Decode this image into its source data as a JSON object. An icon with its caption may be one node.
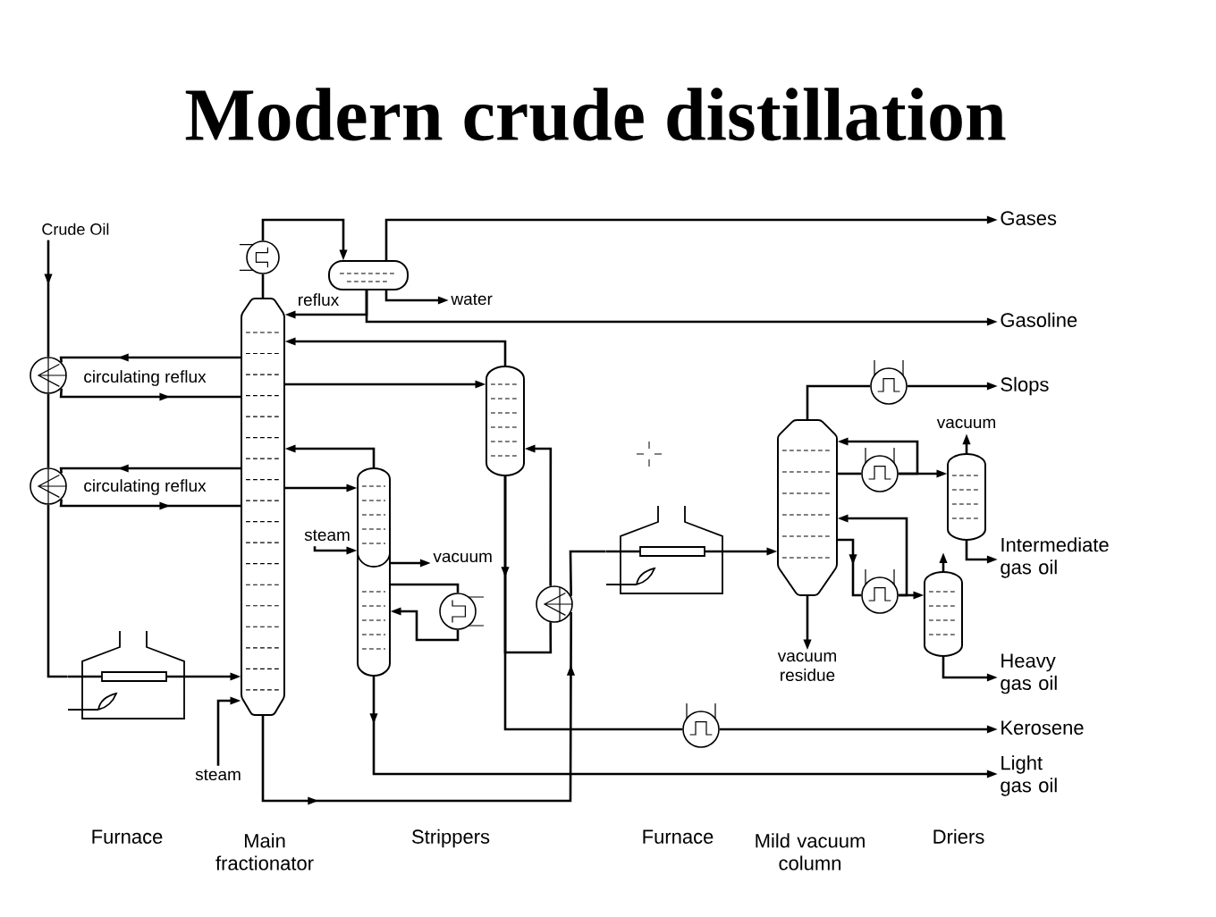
{
  "diagram": {
    "title": "Modern crude distillation",
    "nodes": [
      {
        "text": [
          "Crude Oil"
        ]
      },
      {
        "text": [],
        "shape": "circle"
      },
      {
        "text": [],
        "shape": "circle"
      },
      {
        "text": [],
        "shape": "picture"
      },
      {
        "text": [],
        "shape": "cylinder"
      },
      {
        "text": [],
        "shape": "circle"
      },
      {
        "text": [],
        "shape": "cylinder"
      },
      {
        "text": [
          "Gases"
        ]
      },
      {
        "text": [
          "water"
        ]
      },
      {
        "text": [
          "Gasoline"
        ]
      },
      {
        "text": [],
        "shape": "cylinder"
      },
      {
        "text": [],
        "shape": "cylinder"
      },
      {
        "text": [
          "steam"
        ]
      },
      {
        "text": [
          "vacuum"
        ]
      },
      {
        "text": [],
        "shape": "circle"
      },
      {
        "text": [],
        "shape": "circle"
      },
      {
        "text": [
          "Kerosene"
        ]
      },
      {
        "text": [],
        "shape": "circle"
      },
      {
        "text": [
          "Light gas oil"
        ]
      },
      {
        "text": [
          "steam"
        ]
      },
      {
        "text": [],
        "shape": "picture"
      },
      {
        "text": [],
        "shape": "cylinder"
      },
      {
        "text": [],
        "shape": "circle"
      },
      {
        "text": [
          "Slops"
        ]
      },
      {
        "text": [],
        "shape": "circle"
      },
      {
        "text": [],
        "shape": "cylinder"
      },
      {
        "text": [
          "vacuum"
        ]
      },
      {
        "text": [
          "Intermediate gas oil"
        ]
      },
      {
        "text": [],
        "shape": "circle"
      },
      {
        "text": [],
        "shape": "cylinder"
      },
      {
        "text": [
          "Heavy gas oil"
        ]
      },
      {
        "text": [
          "vacuum residue"
        ]
      }
    ],
    "edges": [
      {
        "from": 0,
        "to": 1,
        "arrow": "to"
      },
      {
        "from": 1,
        "to": 2,
        "arrow": "none"
      },
      {
        "from": 2,
        "to": 3,
        "arrow": "none"
      },
      {
        "from": 3,
        "to": 4,
        "arrow": "to"
      },
      {
        "from": 4,
        "to": 1,
        "arrow": "to"
      },
      {
        "from": 1,
        "to": 4,
        "arrow": "to"
      },
      {
        "from": 4,
        "to": 2,
        "arrow": "to"
      },
      {
        "from": 2,
        "to": 4,
        "arrow": "to"
      },
      {
        "from": 4,
        "to": 5,
        "arrow": "none"
      },
      {
        "from": 5,
        "to": 6,
        "arrow": "to"
      },
      {
        "from": 6,
        "to": 7,
        "arrow": "to"
      },
      {
        "from": 6,
        "to": 8,
        "arrow": "to"
      },
      {
        "from": 6,
        "to": 4,
        "arrow": "to",
        "label": "reflux"
      },
      {
        "from": 6,
        "to": 9,
        "arrow": "to"
      },
      {
        "from": 4,
        "to": 10,
        "arrow": "to"
      },
      {
        "from": 10,
        "to": 4,
        "arrow": "to"
      },
      {
        "from": 4,
        "to": 11,
        "arrow": "to"
      },
      {
        "from": 11,
        "to": 4,
        "arrow": "to"
      },
      {
        "from": 12,
        "to": 11,
        "arrow": "to"
      },
      {
        "from": 11,
        "to": 13,
        "arrow": "to"
      },
      {
        "from": 11,
        "to": 14,
        "arrow": "none"
      },
      {
        "from": 14,
        "to": 11,
        "arrow": "to"
      },
      {
        "from": 10,
        "to": 15,
        "arrow": "none"
      },
      {
        "from": 15,
        "to": 10,
        "arrow": "to"
      },
      {
        "from": 10,
        "to": 17,
        "arrow": "to"
      },
      {
        "from": 17,
        "to": 16,
        "arrow": "to"
      },
      {
        "from": 11,
        "to": 18,
        "arrow": "to"
      },
      {
        "from": 19,
        "to": 4,
        "arrow": "to"
      },
      {
        "from": 4,
        "to": 15,
        "arrow": "to"
      },
      {
        "from": 15,
        "to": 20,
        "arrow": "none"
      },
      {
        "from": 20,
        "to": 21,
        "arrow": "to"
      },
      {
        "from": 21,
        "to": 22,
        "arrow": "none"
      },
      {
        "from": 22,
        "to": 23,
        "arrow": "to"
      },
      {
        "from": 21,
        "to": 24,
        "arrow": "none"
      },
      {
        "from": 24,
        "to": 25,
        "arrow": "to"
      },
      {
        "from": 24,
        "to": 21,
        "arrow": "to"
      },
      {
        "from": 25,
        "to": 26,
        "arrow": "to"
      },
      {
        "from": 25,
        "to": 27,
        "arrow": "to"
      },
      {
        "from": 21,
        "to": 28,
        "arrow": "to"
      },
      {
        "from": 28,
        "to": 29,
        "arrow": "to"
      },
      {
        "from": 28,
        "to": 21,
        "arrow": "to"
      },
      {
        "from": 29,
        "to": null,
        "arrow": "to"
      },
      {
        "from": 29,
        "to": 30,
        "arrow": "to"
      },
      {
        "from": 21,
        "to": 31,
        "arrow": "to"
      }
    ],
    "labels": [
      "circulating reflux",
      "circulating reflux",
      "Furnace",
      "Main fractionator",
      "Strippers",
      "Furnace",
      "Mild vacuum column",
      "Driers"
    ]
  }
}
